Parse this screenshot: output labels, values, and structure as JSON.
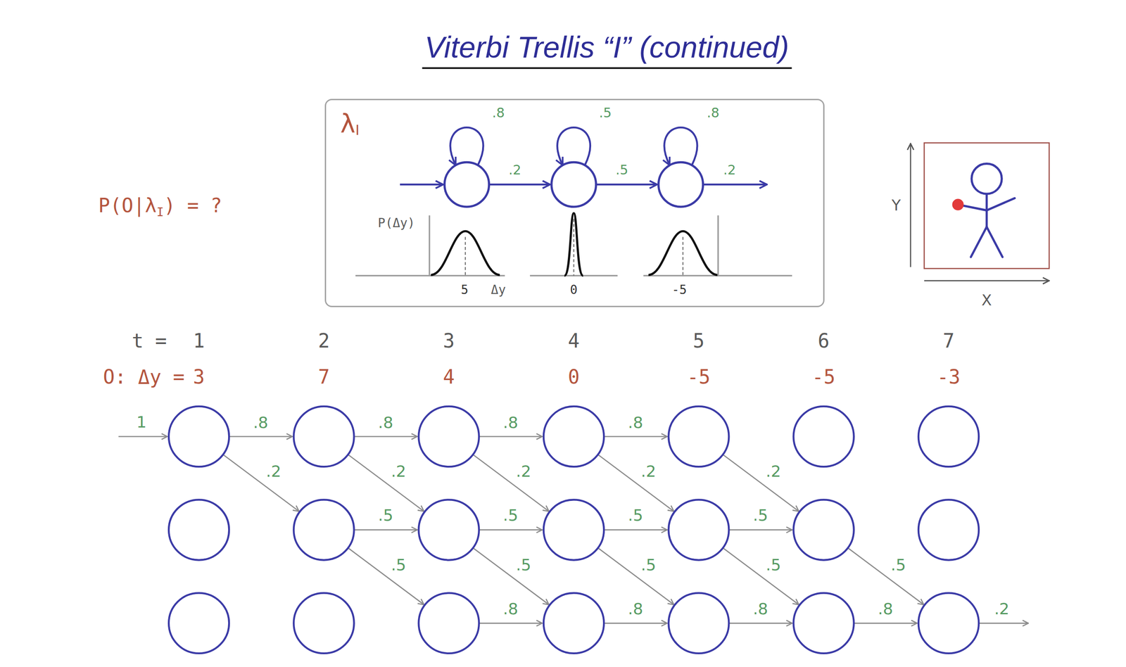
{
  "diagram": {
    "title": "Viterbi Trellis “I” (continued)",
    "nodes": [
      {
        "text": [
          "λ",
          "I"
        ]
      }
    ],
    "labels": [
      "P(O|λ",
      "I",
      ") = ?",
      ".8",
      ".5",
      ".8",
      ".2",
      ".5",
      ".2",
      "P(Δy)",
      "5",
      "Δy",
      "0",
      "-5",
      "Y",
      "X",
      "t =",
      "1",
      "2",
      "3",
      "4",
      "5",
      "6",
      "7",
      "O: Δy =",
      "3",
      "7",
      "4",
      "0",
      "-5",
      "-5",
      "-3",
      "1",
      ".8",
      ".8",
      ".8",
      ".8",
      ".2",
      ".2",
      ".2",
      ".2",
      ".2",
      ".5",
      ".5",
      ".5",
      ".5",
      ".5",
      ".5",
      ".5",
      ".5",
      ".5",
      ".8",
      ".8",
      ".8",
      ".8",
      ".2"
    ]
  }
}
